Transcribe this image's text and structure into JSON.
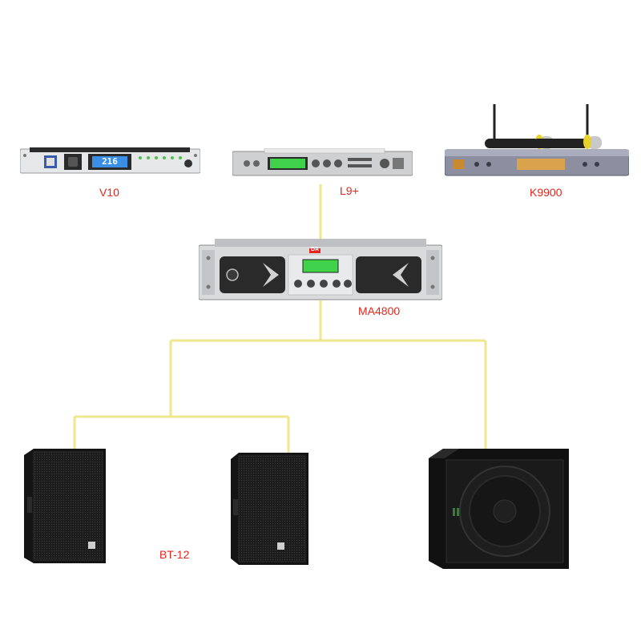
{
  "devices": {
    "v10": {
      "label": "V10",
      "lcd": "216"
    },
    "l9": {
      "label": "L9+"
    },
    "k9900": {
      "label": "K9900"
    },
    "ma4800": {
      "label": "MA4800",
      "brand": "DA"
    },
    "bt12": {
      "label": "BT-12"
    }
  },
  "colors": {
    "wire": "#f0e68c",
    "label": "#e3261c",
    "rack_silver": "#d9dadc",
    "lcd_green": "#3fd14a",
    "lcd_blue": "#3a8ee6",
    "speaker_body": "#1c1c1c"
  }
}
